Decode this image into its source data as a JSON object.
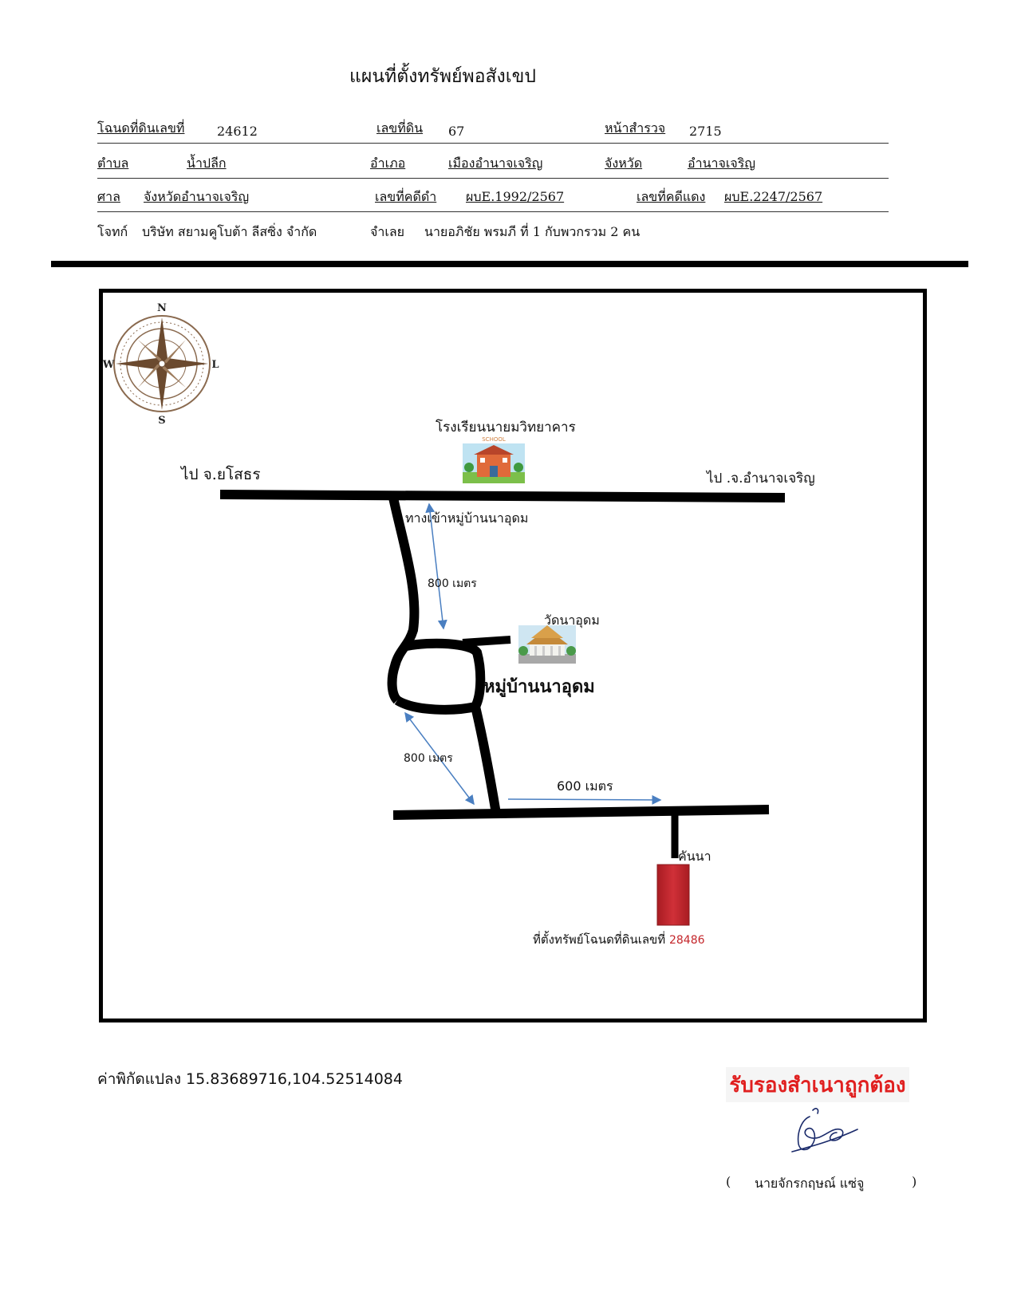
{
  "title": "แผนที่ตั้งทรัพย์พอสังเขป",
  "header": {
    "deed_label": "โฉนดที่ดินเลขที่",
    "deed_no": "24612",
    "land_no_label": "เลขที่ดิน",
    "land_no": "67",
    "survey_page_label": "หน้าสำรวจ",
    "survey_page": "2715",
    "subdistrict_label": "ตำบล",
    "subdistrict": "น้ำปลีก",
    "district_label": "อำเภอ",
    "district": "เมืองอำนาจเจริญ",
    "province_label": "จังหวัด",
    "province": "อำนาจเจริญ",
    "court_label": "ศาล",
    "court": "จังหวัดอำนาจเจริญ",
    "black_case_label": "เลขที่คดีดำ",
    "black_case": "ผบE.1992/2567",
    "red_case_label": "เลขที่คดีแดง",
    "red_case": "ผบE.2247/2567",
    "plaintiff_label": "โจทก์",
    "plaintiff": "บริษัท สยามคูโบต้า ลีสซิ่ง จำกัด",
    "defendant_label": "จำเลย",
    "defendant": "นายอภิชัย  พรมภี ที่ 1 กับพวกรวม  2 คน"
  },
  "map": {
    "compass": {
      "north": "N",
      "south": "S",
      "west": "W",
      "east": "L"
    },
    "school_label": "โรงเรียนนายมวิทยาคาร",
    "school_sign": "SCHOOL",
    "to_yasothon": "ไป จ.ยโสธร",
    "to_amnat": "ไป .จ.อำนาจเจริญ",
    "village_entrance": "ทางเข้าหมู่บ้านนาอุดม",
    "dist_1": "800 เมตร",
    "temple_label": "วัดนาอุดม",
    "village_label": "หมู่บ้านนาอุดม",
    "dist_2": "800 เมตร",
    "dist_3": "600 เมตร",
    "dike_label": "คันนา",
    "property_label": "ที่ตั้งทรัพย์โฉนดที่ดินเลขที่",
    "property_no": "28486"
  },
  "footer": {
    "coords": "ค่าพิกัดแปลง 15.83689716,104.52514084",
    "stamp": "รับรองสำเนาถูกต้อง",
    "signer_open": "(",
    "signer": "นายจักรกฤษณ์ แซ่จู",
    "signer_close": ")"
  },
  "colors": {
    "property_fill": "#c4262b",
    "arrow": "#4a7fc1",
    "stamp_text": "#e02020",
    "compass": "#6b4a2f"
  }
}
